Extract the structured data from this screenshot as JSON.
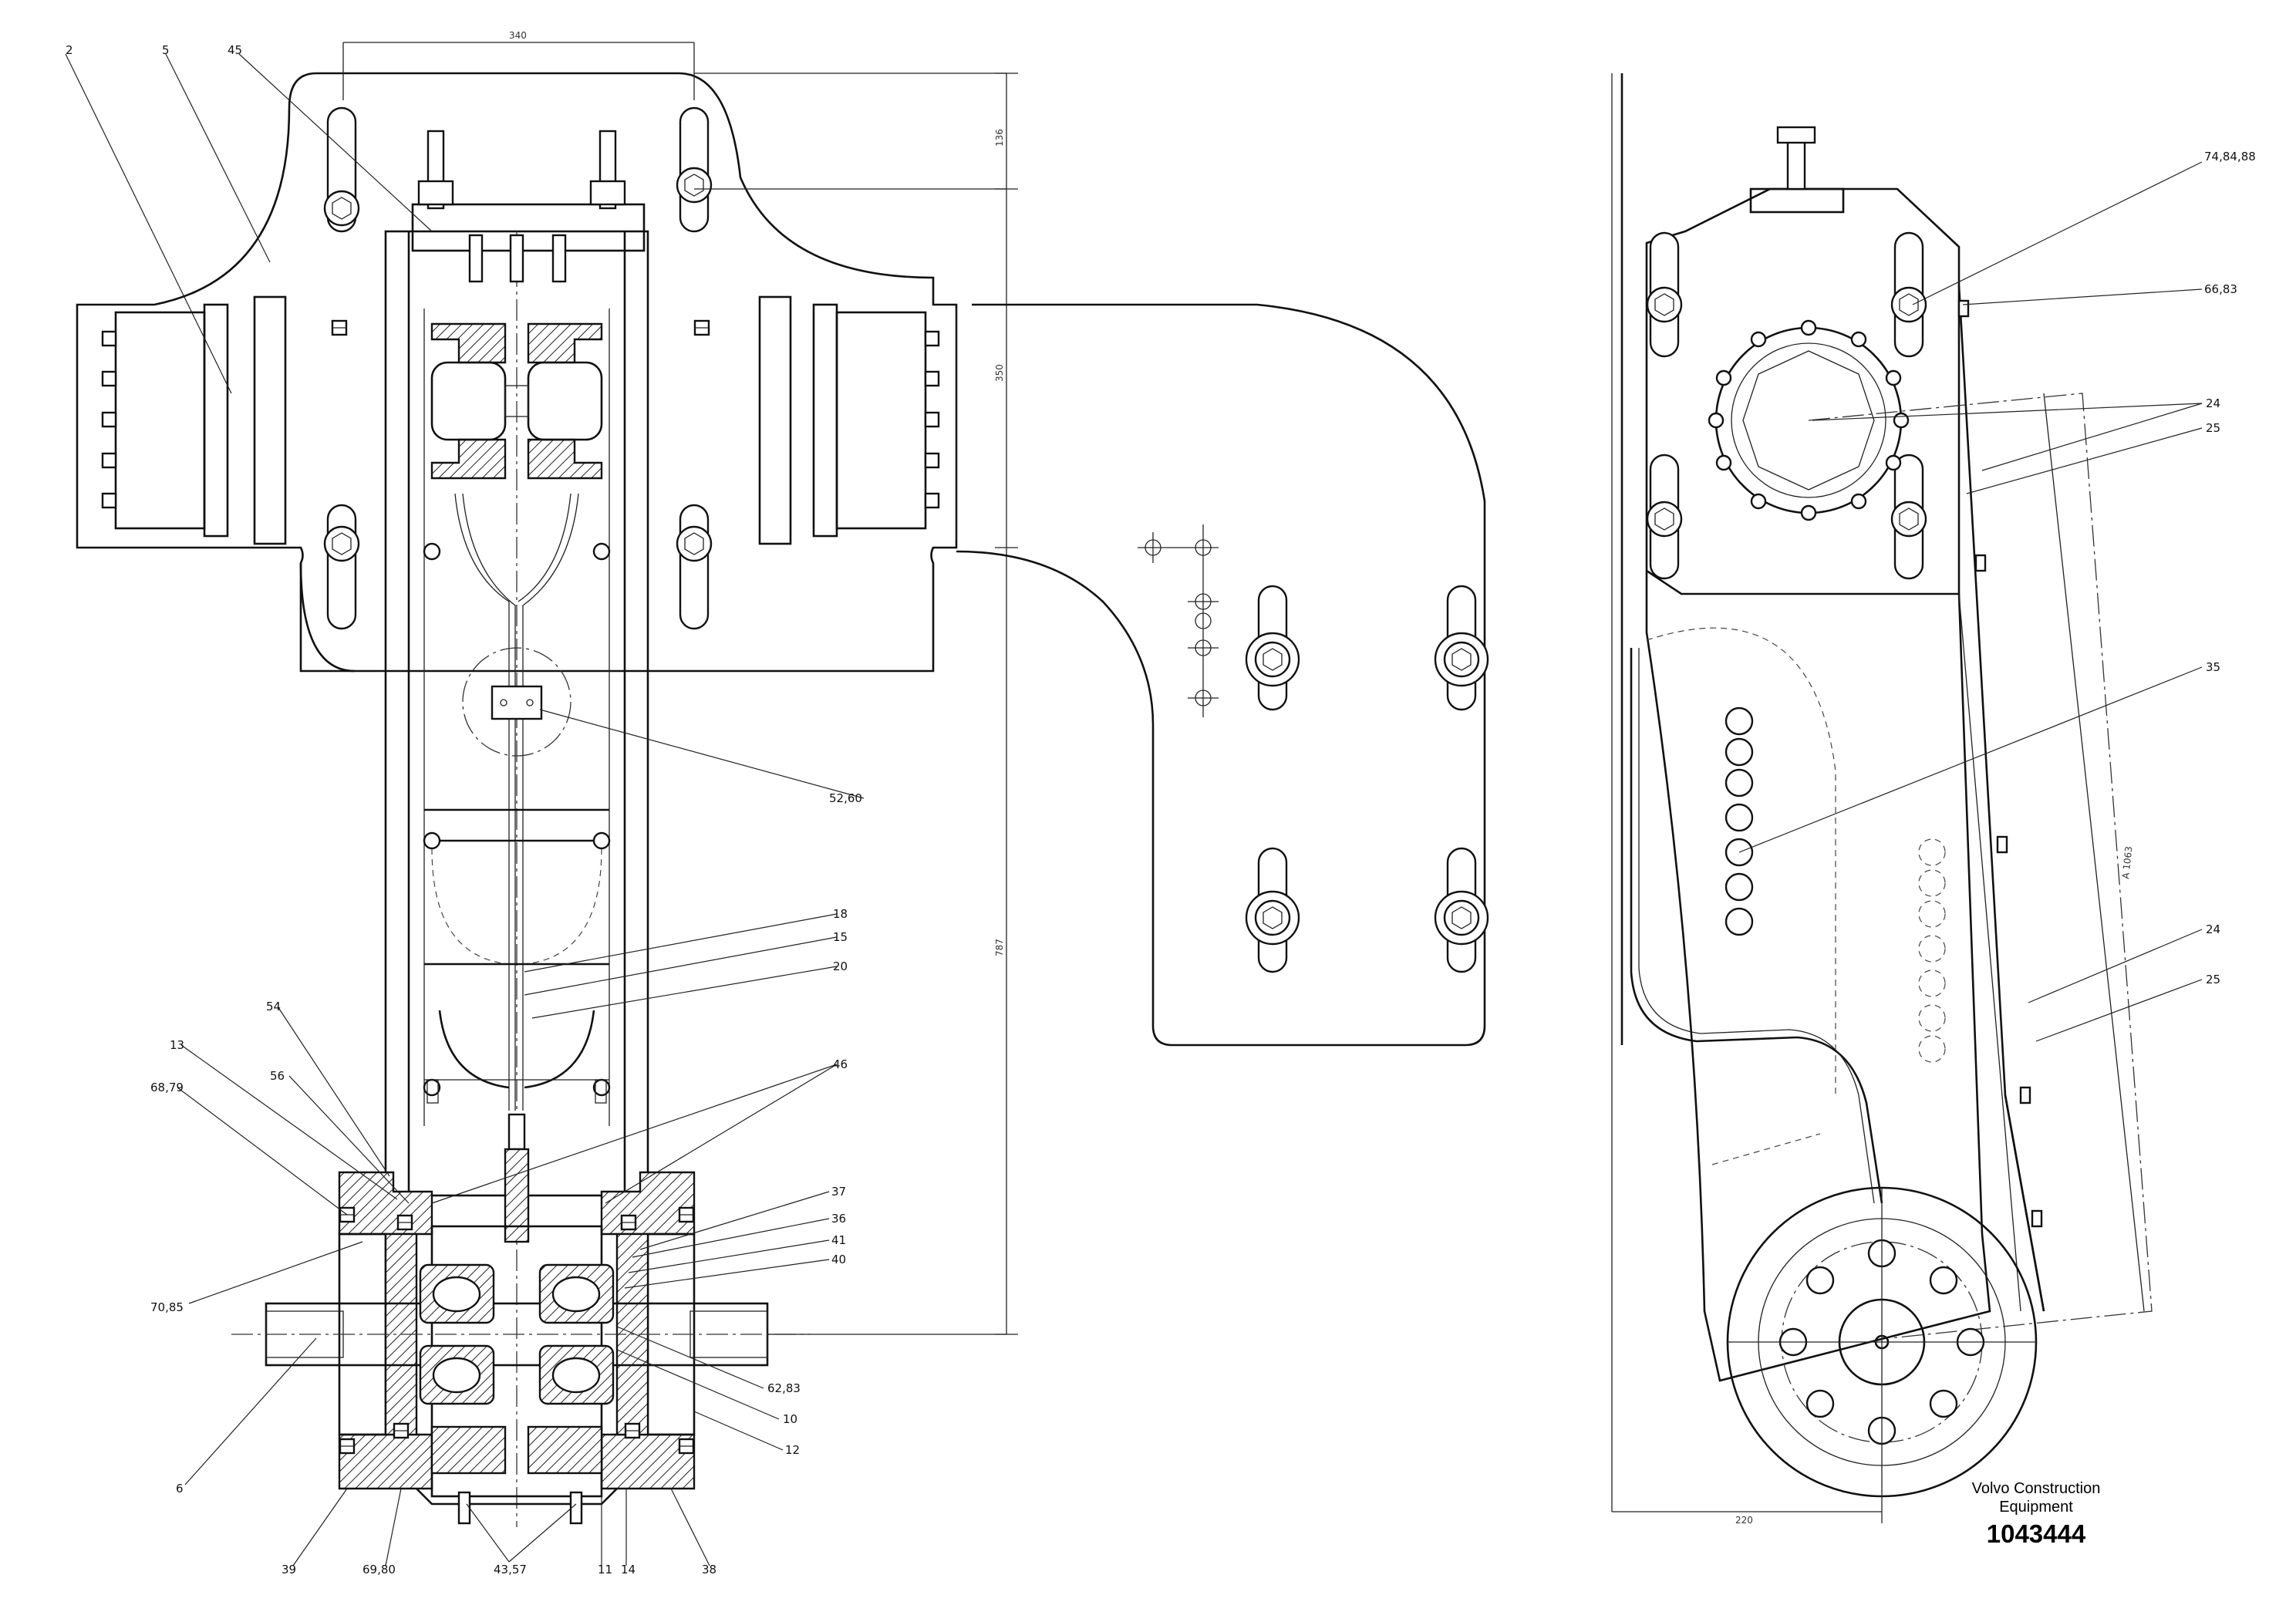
{
  "callouts": {
    "c2": "2",
    "c5": "5",
    "c45": "45",
    "c52_60": "52,60",
    "c18": "18",
    "c15": "15",
    "c20": "20",
    "c46": "46",
    "c54": "54",
    "c13": "13",
    "c56": "56",
    "c68_79": "68,79",
    "c37": "37",
    "c36": "36",
    "c41": "41",
    "c40": "40",
    "c70_85": "70,85",
    "c62_83": "62,83",
    "c10": "10",
    "c12": "12",
    "c6": "6",
    "c39": "39",
    "c69_80": "69,80",
    "c43_57": "43,57",
    "c11": "11",
    "c14": "14",
    "c38": "38",
    "c74_84_88": "74,84,88",
    "c66_83": "66,83",
    "c24a": "24",
    "c25a": "25",
    "c35": "35",
    "c24b": "24",
    "c25b": "25"
  },
  "dimensions": {
    "d_top": "340",
    "d_right1": "136",
    "d_right2": "350",
    "d_right3": "787",
    "d_side_bottom": "220",
    "d_side_diag": "A 1063"
  },
  "caption": {
    "company": "Volvo Construction Equipment",
    "part_number": "1043444"
  }
}
